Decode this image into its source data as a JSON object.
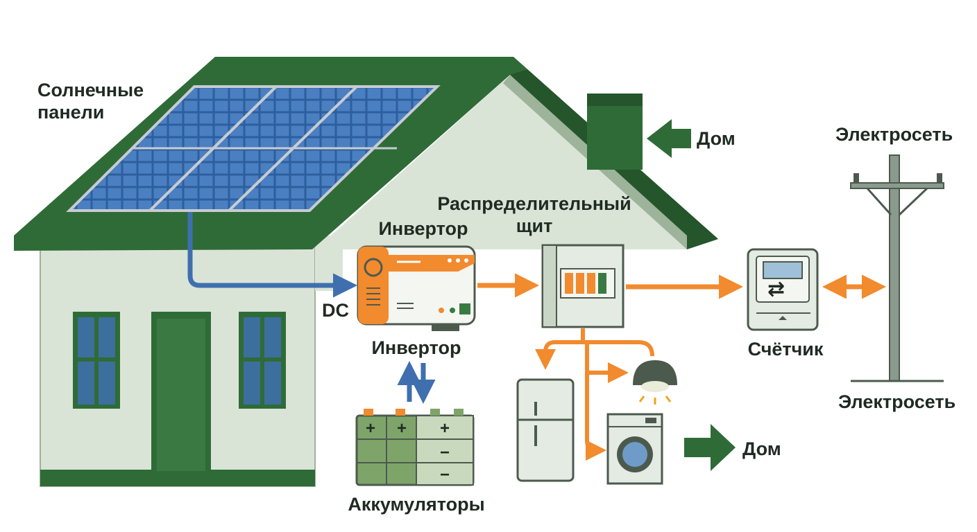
{
  "labels": {
    "solar_panels": "Солнечные\nпанели",
    "house_top": "Дом",
    "grid_top": "Электросеть",
    "distribution_board": "Распределительный\nщит",
    "inverter_top": "Инвертор",
    "dc": "DC",
    "inverter_bottom": "Инвертор",
    "meter": "Счётчик",
    "grid_bottom": "Электросеть",
    "house_bottom": "Дом",
    "batteries": "Аккумуляторы"
  },
  "battery_symbols": {
    "plus": "+",
    "minus": "−"
  },
  "meter_arrows": "⇄",
  "colors": {
    "roof": "#2f6b37",
    "roof_dark": "#24552b",
    "wall": "#d9e4d6",
    "wall_dark": "#c3d2bf",
    "door": "#2f6b37",
    "panel": "#2d5f9e",
    "panel_light": "#5b8fd1",
    "dc_line": "#3f6fae",
    "ac_line": "#f28a2e",
    "inverter_accent": "#f28a2e",
    "device": "#e4ebe2",
    "device_stroke": "#4c5a4e",
    "pole": "#8a9a8c",
    "battery_green": "#7fa46a"
  }
}
